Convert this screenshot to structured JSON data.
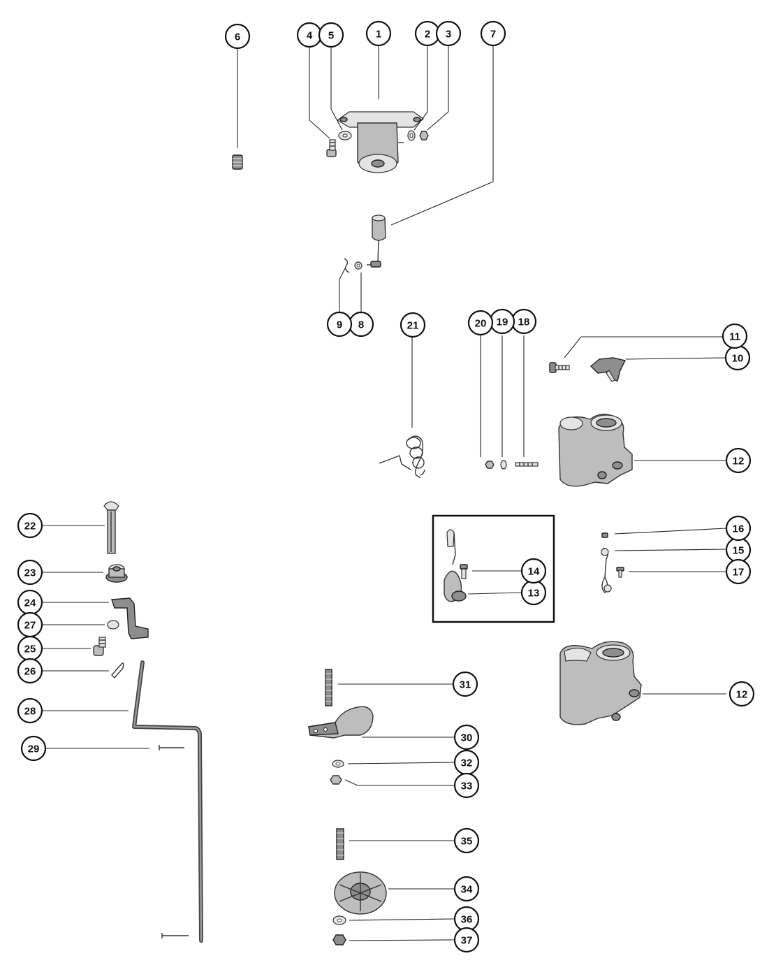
{
  "diagram": {
    "part_numbers": [
      "1",
      "2",
      "3",
      "4",
      "5",
      "6",
      "7",
      "8",
      "9",
      "10",
      "11",
      "12",
      "12",
      "13",
      "14",
      "15",
      "16",
      "17",
      "18",
      "19",
      "20",
      "21",
      "22",
      "23",
      "24",
      "25",
      "26",
      "27",
      "28",
      "29",
      "30",
      "31",
      "32",
      "33",
      "34",
      "35",
      "36",
      "37"
    ]
  }
}
